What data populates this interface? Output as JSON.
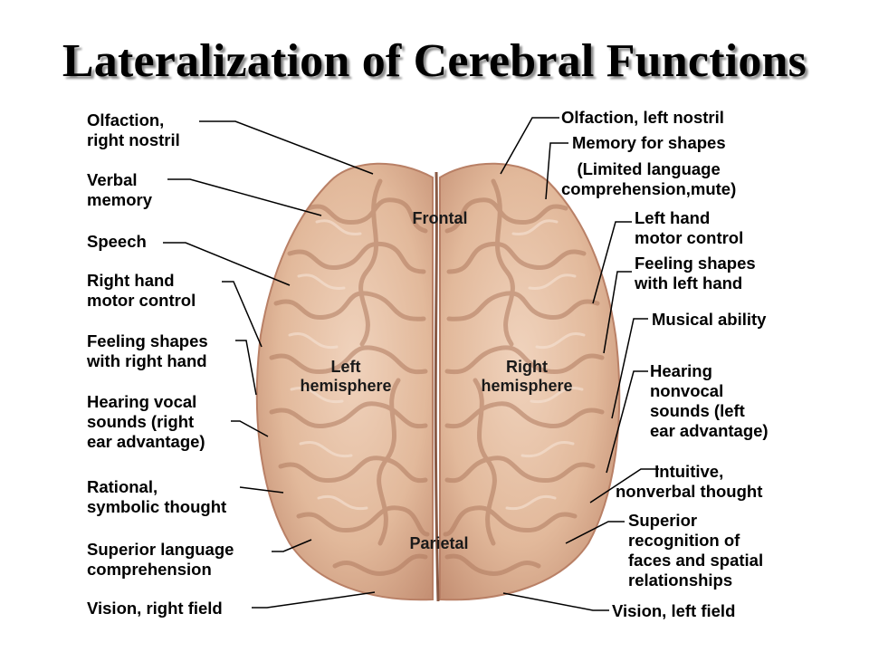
{
  "title": "Lateralization of Cerebral Functions",
  "regions": {
    "frontal": "Frontal",
    "left_hemisphere": "Left\nhemisphere",
    "right_hemisphere": "Right\nhemisphere",
    "parietal": "Parietal"
  },
  "left_labels": {
    "olfaction": "Olfaction,\nright nostril",
    "verbal_memory": "Verbal\nmemory",
    "speech": "Speech",
    "right_hand_motor": "Right hand\nmotor control",
    "feeling_shapes_right": "Feeling shapes\nwith right hand",
    "hearing_vocal": "Hearing vocal\nsounds (right\near advantage)",
    "rational": "Rational,\nsymbolic thought",
    "superior_language": "Superior language\ncomprehension",
    "vision_right": "Vision, right field"
  },
  "right_labels": {
    "olfaction": "Olfaction, left nostril",
    "memory_shapes": "Memory for shapes",
    "limited_language": "(Limited language\ncomprehension,mute)",
    "left_hand_motor": "Left hand\nmotor control",
    "feeling_shapes_left": "Feeling shapes\nwith left hand",
    "musical": "Musical ability",
    "hearing_nonvocal": "Hearing\nnonvocal\nsounds (left\near advantage)",
    "intuitive": "Intuitive,\nnonverbal thought",
    "superior_recognition": "Superior\nrecognition of\nfaces and spatial\nrelationships",
    "vision_left": "Vision, left field"
  },
  "colors": {
    "brain_base": "#e2b99b",
    "brain_shadow": "#b98066",
    "brain_highlight": "#f3dccb",
    "leader_line": "#000000"
  }
}
